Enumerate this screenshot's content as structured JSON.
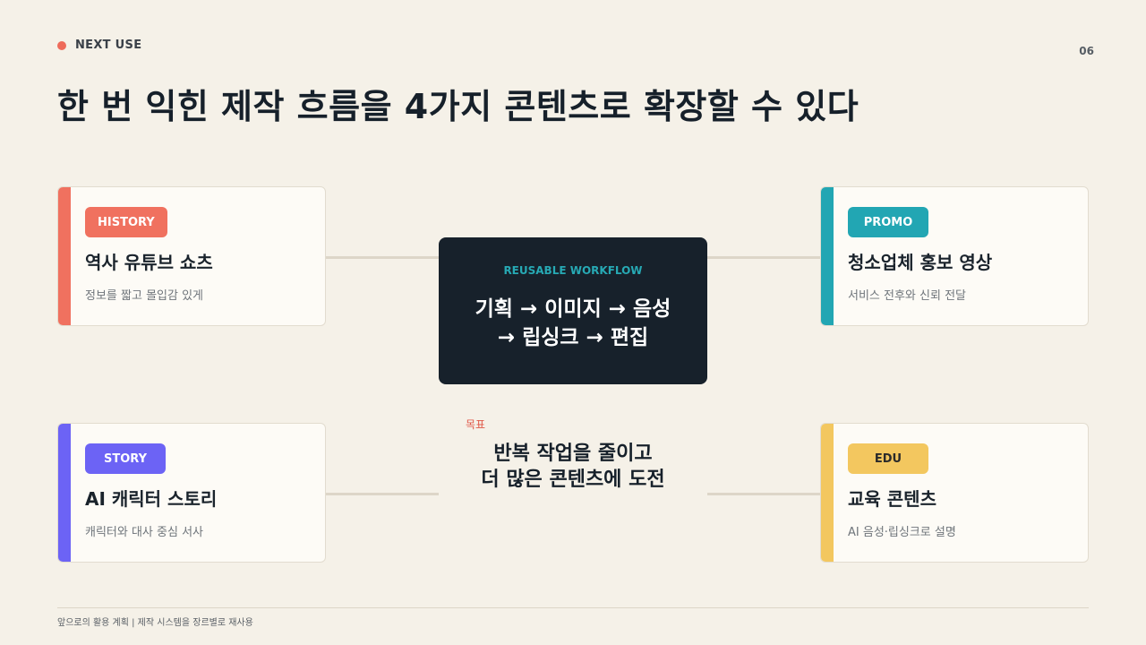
{
  "eyebrow": "NEXT USE",
  "page_number": "06",
  "title": "한 번 익힌 제작 흐름을 4가지 콘텐츠로 확장할 수 있다",
  "center": {
    "label": "REUSABLE WORKFLOW",
    "flow_line1": "기획 → 이미지 → 음성",
    "flow_line2": "→ 립싱크 → 편집"
  },
  "goal": {
    "label": "목표",
    "line1": "반복 작업을 줄이고",
    "line2": "더 많은 콘텐츠에 도전"
  },
  "cards": [
    {
      "badge": "HISTORY",
      "title": "역사 유튜브 쇼츠",
      "subtitle": "정보를 짧고 몰입감 있게",
      "color": "#f0715f"
    },
    {
      "badge": "PROMO",
      "title": "청소업체 홍보 영상",
      "subtitle": "서비스 전후와 신뢰 전달",
      "color": "#22a6b3"
    },
    {
      "badge": "STORY",
      "title": "AI 캐릭터 스토리",
      "subtitle": "캐릭터와 대사 중심 서사",
      "color": "#6c63f5"
    },
    {
      "badge": "EDU",
      "title": "교육 콘텐츠",
      "subtitle": "AI 음성·립싱크로 설명",
      "color": "#f3c75f"
    }
  ],
  "footer": "앞으로의 활용 계획 | 제작 시스템을 장르별로 재사용"
}
